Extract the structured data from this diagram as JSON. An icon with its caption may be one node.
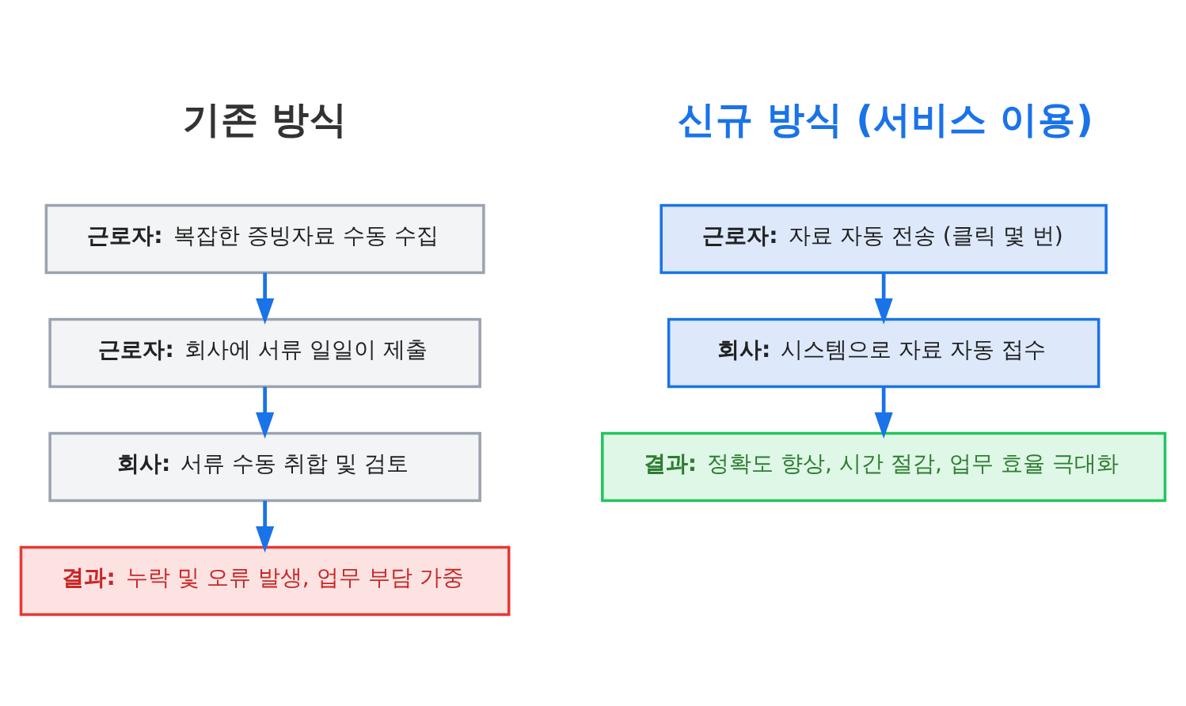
{
  "diagram": {
    "nodes": [
      {
        "text": [
          "근로자: 복잡한 증빙자료 수동 수집"
        ]
      },
      {
        "text": [
          "근로자: 회사에 서류 일일이 제출"
        ]
      },
      {
        "text": [
          "회사: 서류 수동 취합 및 검토"
        ]
      },
      {
        "text": [
          "결과: 누락 및 오류 발생, 업무 부담 가중"
        ]
      },
      {
        "text": [
          "근로자: 자료 자동 전송 (클릭 몇 번)"
        ]
      },
      {
        "text": [
          "회사: 시스템으로 자료 자동 접수"
        ]
      },
      {
        "text": [
          "결과: 정확도 향상, 시간 절감, 업무 효율 극대화"
        ]
      }
    ],
    "edges": [
      {
        "from": 0,
        "to": 1,
        "arrow": "to"
      },
      {
        "from": 1,
        "to": 2,
        "arrow": "to"
      },
      {
        "from": 2,
        "to": 3,
        "arrow": "to"
      },
      {
        "from": 4,
        "to": 5,
        "arrow": "to"
      },
      {
        "from": 5,
        "to": 6,
        "arrow": "to"
      }
    ],
    "labels": [
      "기존 방식",
      "신규 방식 (서비스 이용)"
    ]
  }
}
